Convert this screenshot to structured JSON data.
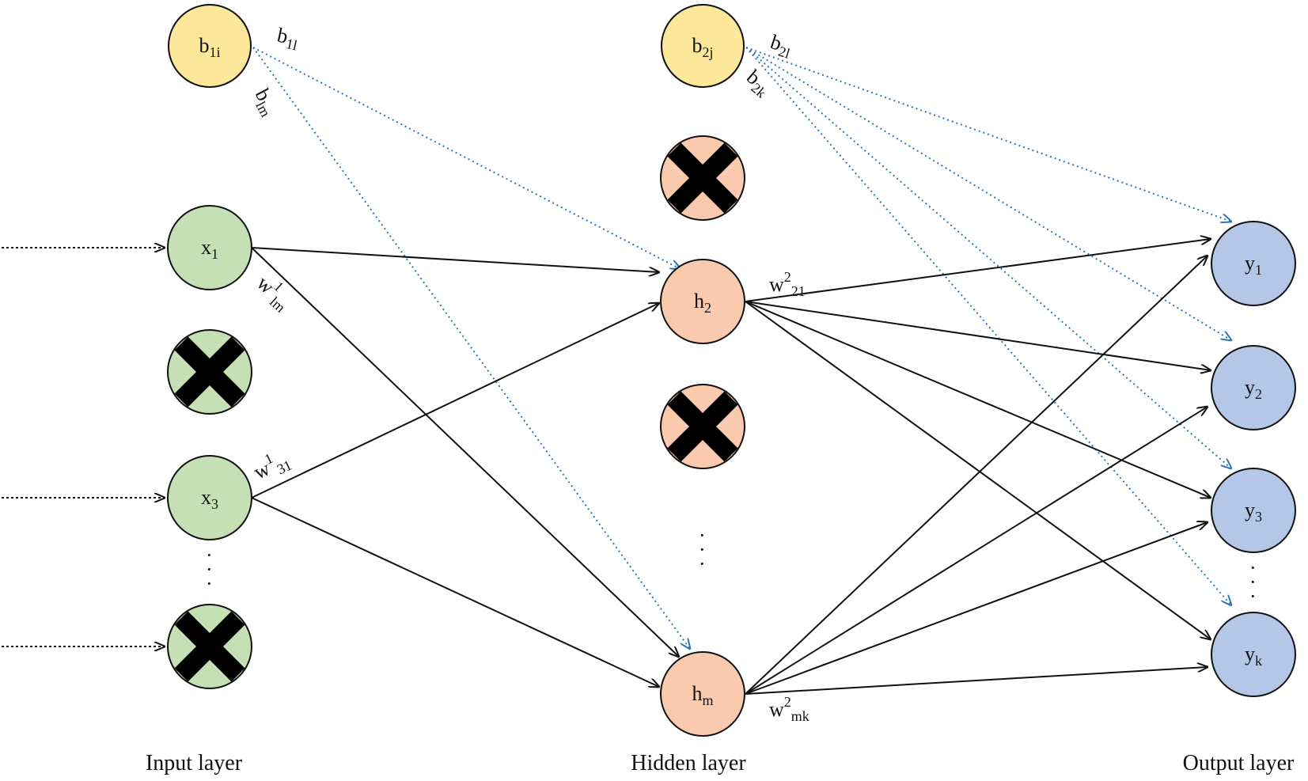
{
  "colors": {
    "bias_fill": "#fde79a",
    "input_fill": "#c5e0b4",
    "hidden_fill": "#f9caad",
    "output_fill": "#b4c7e7",
    "bias_edge": "#2e75b6",
    "edge": "#111111",
    "cross": "#000000"
  },
  "nodes": {
    "b1": {
      "main": "b",
      "sub": "1i"
    },
    "b2": {
      "main": "b",
      "sub": "2j"
    },
    "x1": {
      "main": "x",
      "sub": "1"
    },
    "x3": {
      "main": "x",
      "sub": "3"
    },
    "h2": {
      "main": "h",
      "sub": "2"
    },
    "hm": {
      "main": "h",
      "sub": "m"
    },
    "y1": {
      "main": "y",
      "sub": "1"
    },
    "y2": {
      "main": "y",
      "sub": "2"
    },
    "y3": {
      "main": "y",
      "sub": "3"
    },
    "yk": {
      "main": "y",
      "sub": "k"
    }
  },
  "dropped_nodes": {
    "input": 2,
    "hidden": 2
  },
  "edge_labels": {
    "b1l": {
      "main": "b",
      "sub": "1l"
    },
    "b1m": {
      "main": "b",
      "sub": "lm"
    },
    "b2l": {
      "main": "b",
      "sub": "2l"
    },
    "b2k": {
      "main": "b",
      "sub": "2k"
    },
    "w1_lm": {
      "main": "w",
      "sup": "1",
      "sub": "lm"
    },
    "w1_31": {
      "main": "w",
      "sup": "1",
      "sub": "31"
    },
    "w2_21": {
      "main": "w",
      "sup": "2",
      "sub": "21"
    },
    "w2_mk": {
      "main": "w",
      "sup": "2",
      "sub": "mk"
    }
  },
  "layers": {
    "input": "Input layer",
    "hidden": "Hidden layer",
    "output": "Output layer"
  },
  "ellipsis": "·"
}
